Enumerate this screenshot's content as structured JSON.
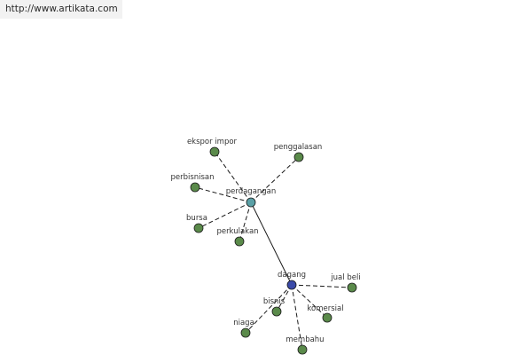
{
  "source_url": "http://www.artikata.com",
  "colors": {
    "leaf": "#5a8a4a",
    "hub_perdagangan": "#5aa0a6",
    "hub_dagang": "#3a4aa8",
    "edge": "#1a1a1a",
    "banner_bg": "#f2f2f2"
  },
  "nodes": [
    {
      "id": "perdagangan",
      "label": "perdagangan",
      "kind": "hub_perdagangan"
    },
    {
      "id": "dagang",
      "label": "dagang",
      "kind": "hub_dagang"
    },
    {
      "id": "ekspor_impor",
      "label": "ekspor impor",
      "kind": "leaf"
    },
    {
      "id": "penggalasan",
      "label": "penggalasan",
      "kind": "leaf"
    },
    {
      "id": "perbisnisan",
      "label": "perbisnisan",
      "kind": "leaf"
    },
    {
      "id": "bursa",
      "label": "bursa",
      "kind": "leaf"
    },
    {
      "id": "perkulakan",
      "label": "perkulakan",
      "kind": "leaf"
    },
    {
      "id": "jual_beli",
      "label": "jual beli",
      "kind": "leaf"
    },
    {
      "id": "bisnis",
      "label": "bisnis",
      "kind": "leaf"
    },
    {
      "id": "komersial",
      "label": "komersial",
      "kind": "leaf"
    },
    {
      "id": "niaga",
      "label": "niaga",
      "kind": "leaf"
    },
    {
      "id": "membahu",
      "label": "membahu",
      "kind": "leaf"
    }
  ],
  "edges": [
    {
      "from": "perdagangan",
      "to": "dagang",
      "style": "solid"
    },
    {
      "from": "perdagangan",
      "to": "ekspor_impor",
      "style": "dashed"
    },
    {
      "from": "perdagangan",
      "to": "penggalasan",
      "style": "dashed"
    },
    {
      "from": "perdagangan",
      "to": "perbisnisan",
      "style": "dashed"
    },
    {
      "from": "perdagangan",
      "to": "bursa",
      "style": "dashed"
    },
    {
      "from": "perdagangan",
      "to": "perkulakan",
      "style": "dashed"
    },
    {
      "from": "dagang",
      "to": "jual_beli",
      "style": "dashed"
    },
    {
      "from": "dagang",
      "to": "bisnis",
      "style": "dashed"
    },
    {
      "from": "dagang",
      "to": "komersial",
      "style": "dashed"
    },
    {
      "from": "dagang",
      "to": "niaga",
      "style": "dashed"
    },
    {
      "from": "dagang",
      "to": "membahu",
      "style": "dashed"
    }
  ]
}
